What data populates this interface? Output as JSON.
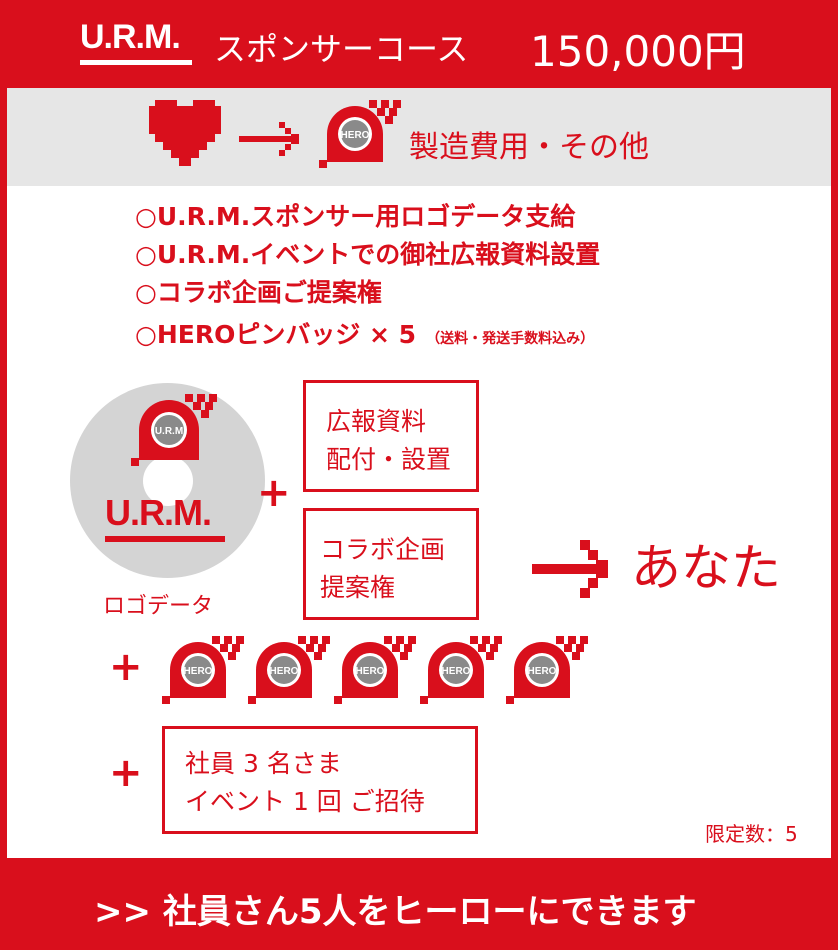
{
  "header": {
    "logo": "U.R.M.",
    "course_name": "スポンサーコース",
    "price": "150,000円"
  },
  "band": {
    "text": "製造費用・その他",
    "badge_label": "HERO"
  },
  "benefits": [
    "○U.R.M.スポンサー用ロゴデータ支給",
    "○U.R.M.イベントでの御社広報資料設置",
    "○コラボ企画ご提案権",
    "○HEROピンバッジ × 5"
  ],
  "benefit_note": "（送料・発送手数料込み）",
  "disc": {
    "badge_label": "U.R.M",
    "logo": "U.R.M.",
    "caption": "ロゴデータ"
  },
  "boxes": {
    "pr": [
      "広報資料",
      "配付・設置"
    ],
    "collab": [
      "コラボ企画",
      "提案権"
    ],
    "invite": [
      "社員 3 名さま",
      "イベント 1 回 ご招待"
    ]
  },
  "plus_symbol": "+",
  "target": "あなた",
  "pins": {
    "label": "HERO",
    "count": 5
  },
  "limit": "限定数：5",
  "footer": {
    "text": ">> 社員さん5人をヒーローにできます"
  },
  "colors": {
    "brand_red": "#d90f1c",
    "band_gray": "#e6e6e6",
    "badge_gray": "#8a8a8a"
  }
}
